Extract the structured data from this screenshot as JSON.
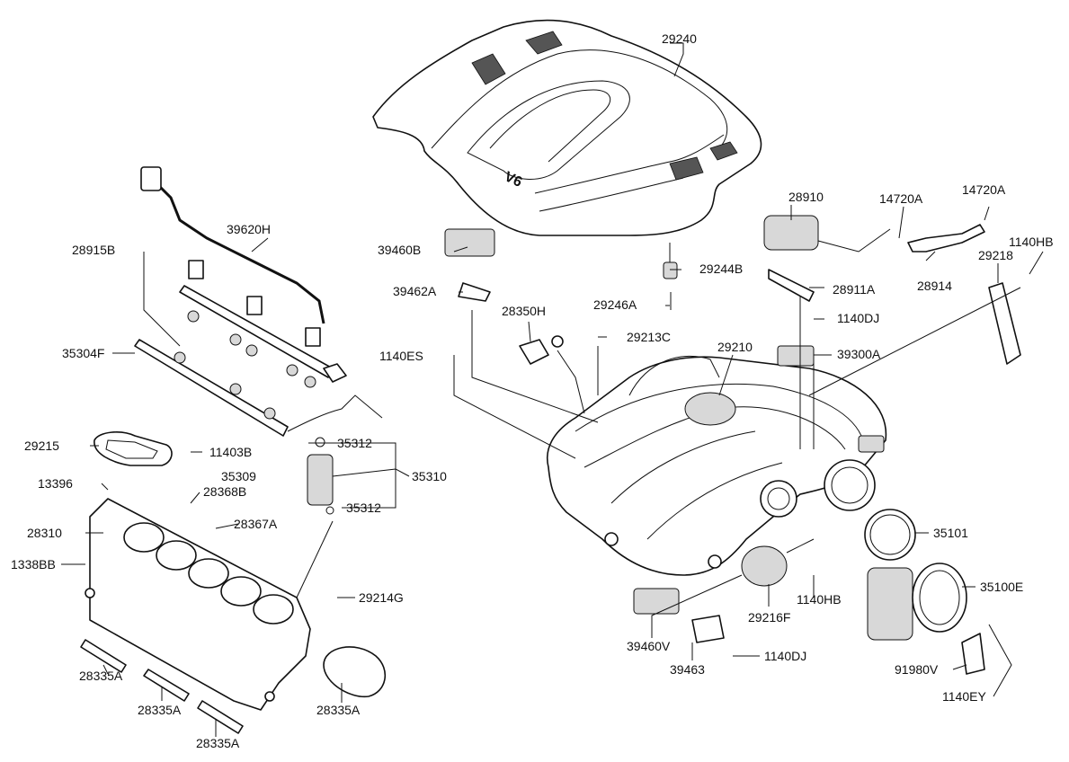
{
  "labels": {
    "l29240": "29240",
    "l28910": "28910",
    "l14720A_1": "14720A",
    "l14720A_2": "14720A",
    "l1140HB_1": "1140HB",
    "l29218": "29218",
    "l39460B": "39460B",
    "l29244B": "29244B",
    "l28914": "28914",
    "l28911A": "28911A",
    "l39462A": "39462A",
    "l29246A": "29246A",
    "l28350H": "28350H",
    "l1140DJ_1": "1140DJ",
    "l29213C": "29213C",
    "l29210": "29210",
    "l39300A": "39300A",
    "l1140ES": "1140ES",
    "l39620H": "39620H",
    "l28915B": "28915B",
    "l35304F": "35304F",
    "l29215": "29215",
    "l11403B": "11403B",
    "l35312_1": "35312",
    "l35310": "35310",
    "l35309": "35309",
    "l13396": "13396",
    "l28368B": "28368B",
    "l35312_2": "35312",
    "l28310": "28310",
    "l28367A": "28367A",
    "l1338BB": "1338BB",
    "l29214G": "29214G",
    "l35101": "35101",
    "l35100E": "35100E",
    "l1140HB_2": "1140HB",
    "l29216F": "29216F",
    "l39460V": "39460V",
    "l39463": "39463",
    "l1140DJ_2": "1140DJ",
    "l91980V": "91980V",
    "l1140EY": "1140EY",
    "l28335A_1": "28335A",
    "l28335A_2": "28335A",
    "l28335A_3": "28335A",
    "l28335A_4": "28335A",
    "cover_badge": "V6"
  }
}
